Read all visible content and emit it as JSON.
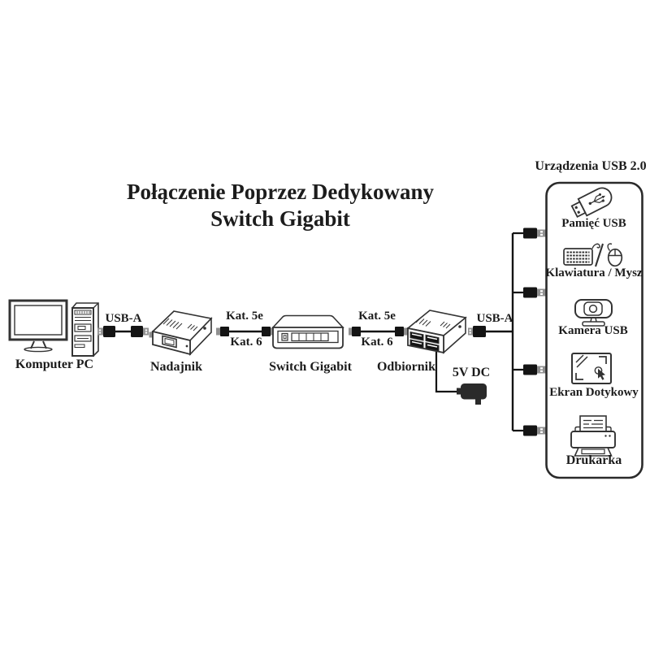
{
  "title": {
    "line1": "Połączenie Poprzez Dedykowany",
    "line2": "Switch Gigabit"
  },
  "main_chain": {
    "computer_label": "Komputer PC",
    "transmitter_label": "Nadajnik",
    "switch_label": "Switch Gigabit",
    "receiver_label": "Odbiornik",
    "power_label": "5V DC"
  },
  "cable_labels": {
    "usb_left": "USB-A",
    "cat_left_top": "Kat. 5e",
    "cat_left_bottom": "Kat. 6",
    "cat_right_top": "Kat. 5e",
    "cat_right_bottom": "Kat. 6",
    "usb_right": "USB-A"
  },
  "devices_panel": {
    "title": "Urządzenia USB 2.0",
    "items": [
      {
        "label": "Pamięć USB",
        "icon": "usb-flash-drive-icon"
      },
      {
        "label": "Klawiatura / Mysz",
        "icon": "keyboard-mouse-icon"
      },
      {
        "label": "Kamera USB",
        "icon": "webcam-icon"
      },
      {
        "label": "Ekran Dotykowy",
        "icon": "touchscreen-icon"
      },
      {
        "label": "Drukarka",
        "icon": "printer-icon"
      }
    ]
  },
  "colors": {
    "ink": "#333333",
    "plug_dark": "#141414",
    "plug_metal": "#909090",
    "background": "#ffffff"
  }
}
